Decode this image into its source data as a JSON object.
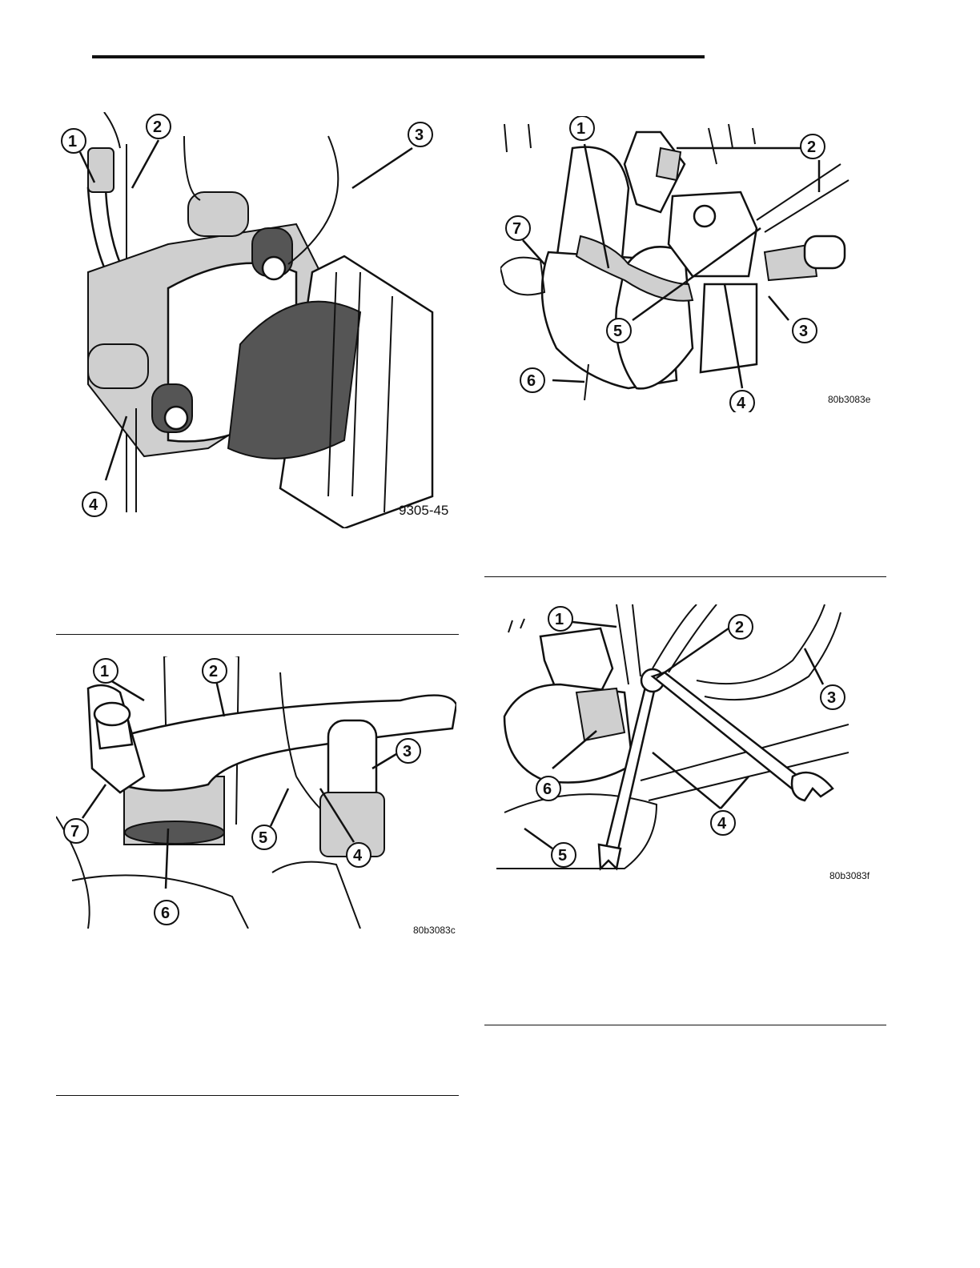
{
  "figures": [
    {
      "id": "fig-1",
      "code": "9305-45",
      "callouts": [
        "1",
        "2",
        "3",
        "4"
      ]
    },
    {
      "id": "fig-2",
      "code": "80b3083c",
      "callouts": [
        "1",
        "2",
        "3",
        "4",
        "5",
        "6",
        "7"
      ]
    },
    {
      "id": "fig-3",
      "code": "80b3083e",
      "callouts": [
        "1",
        "2",
        "3",
        "4",
        "5",
        "6",
        "7"
      ]
    },
    {
      "id": "fig-4",
      "code": "80b3083f",
      "callouts": [
        "1",
        "2",
        "3",
        "4",
        "5",
        "6"
      ]
    }
  ]
}
